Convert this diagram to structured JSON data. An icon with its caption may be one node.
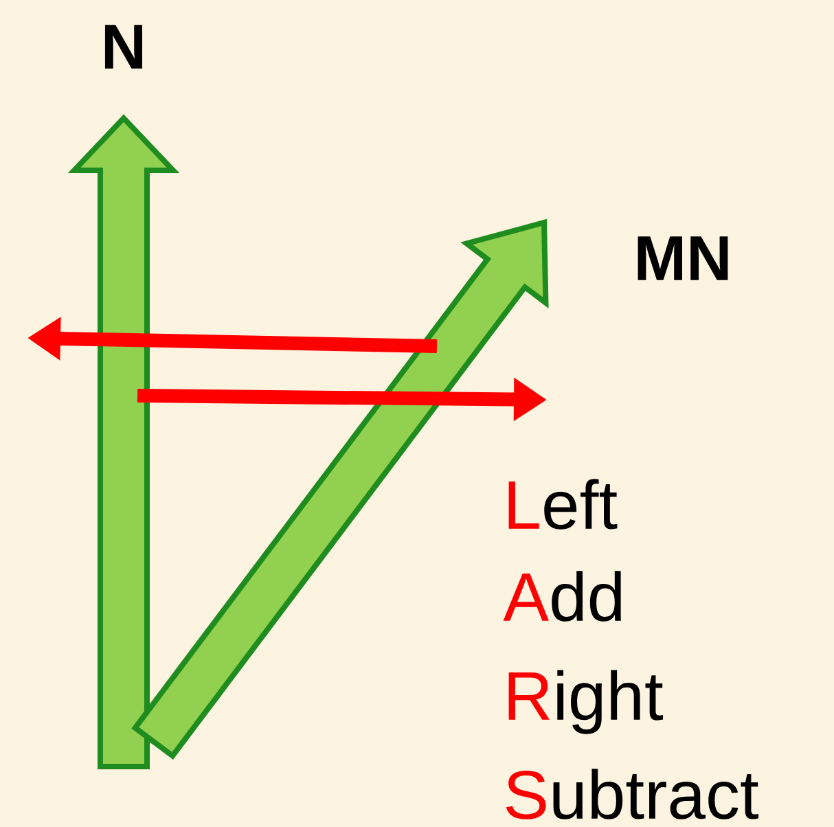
{
  "diagram": {
    "labels": [
      "N",
      "MN",
      "Left",
      "Add",
      "Right",
      "Subtract"
    ]
  }
}
